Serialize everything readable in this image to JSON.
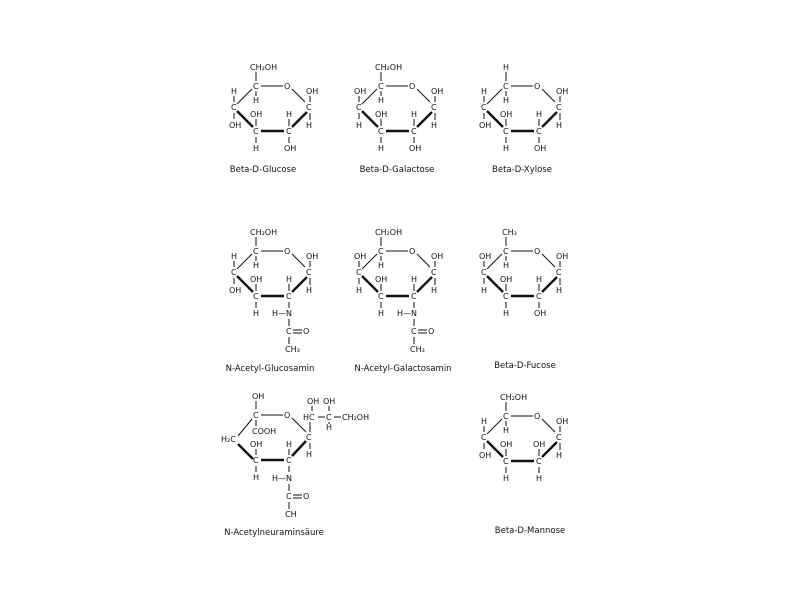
{
  "figure": {
    "molecules": [
      {
        "id": "glucose",
        "name": "Beta-D-Glucose",
        "top": "CH₂OH",
        "c4_up": "H",
        "c4_down": "OH",
        "c3_up": "OH",
        "c3_down": "H",
        "c2_up": "H",
        "c2_down": "OH",
        "c1_up": "OH",
        "c1_down": "H",
        "c5_down": "H",
        "ring_o": "O",
        "c": "C"
      },
      {
        "id": "galactose",
        "name": "Beta-D-Galactose",
        "top": "CH₂OH",
        "c4_up": "OH",
        "c4_down": "H",
        "c3_up": "OH",
        "c3_down": "H",
        "c2_up": "H",
        "c2_down": "OH",
        "c1_up": "OH",
        "c1_down": "H",
        "c5_down": "H",
        "ring_o": "O",
        "c": "C"
      },
      {
        "id": "xylose",
        "name": "Beta-D-Xylose",
        "top": "H",
        "c4_up": "H",
        "c4_down": "OH",
        "c3_up": "OH",
        "c3_down": "H",
        "c2_up": "H",
        "c2_down": "OH",
        "c1_up": "OH",
        "c1_down": "H",
        "c5_down": "H",
        "ring_o": "O",
        "c": "C"
      },
      {
        "id": "glcnac",
        "name": "N-Acetyl-Glucosamin",
        "top": "CH₂OH",
        "c4_up": "H",
        "c4_down": "OH",
        "c3_up": "OH",
        "c3_down": "H",
        "c2_up": "H",
        "c2_down": "",
        "c1_up": "OH",
        "c1_down": "H",
        "c5_down": "H",
        "ring_o": "O",
        "c": "C",
        "nh": "H—N",
        "carbonyl": "C",
        "oxygen": "O",
        "methyl": "CH₃"
      },
      {
        "id": "galnac",
        "name": "N-Acetyl-Galactosamin",
        "top": "CH₂OH",
        "c4_up": "OH",
        "c4_down": "H",
        "c3_up": "OH",
        "c3_down": "H",
        "c2_up": "H",
        "c2_down": "",
        "c1_up": "OH",
        "c1_down": "H",
        "c5_down": "H",
        "ring_o": "O",
        "c": "C",
        "nh": "H—N",
        "carbonyl": "C",
        "oxygen": "O",
        "methyl": "CH₃"
      },
      {
        "id": "fucose",
        "name": "Beta-D-Fucose",
        "top": "CH₃",
        "c4_up": "OH",
        "c4_down": "H",
        "c3_up": "OH",
        "c3_down": "H",
        "c2_up": "H",
        "c2_down": "OH",
        "c1_up": "OH",
        "c1_down": "H",
        "c5_down": "H",
        "ring_o": "O",
        "c": "C"
      },
      {
        "id": "neuac",
        "name": "N-Acetylneuraminsäure",
        "top": "OH",
        "c5_down": "COOH",
        "ring_o": "O",
        "c": "C",
        "h2c": "H₂C",
        "c3_up": "OH",
        "c3_down": "H",
        "c2_up": "H",
        "c1_down": "H",
        "side_hc": "HC",
        "side_c": "C",
        "side_oh1": "OH",
        "side_oh2": "OH",
        "side_h": "H",
        "side_ch2oh": "CH₂OH",
        "nh": "H—N",
        "carbonyl": "C",
        "oxygen": "O",
        "methyl": "CH"
      },
      {
        "id": "mannose",
        "name": "Beta-D-Mannose",
        "top": "CH₂OH",
        "c4_up": "H",
        "c4_down": "OH",
        "c3_up": "OH",
        "c3_down": "H",
        "c2_up": "OH",
        "c2_down": "H",
        "c1_up": "OH",
        "c1_down": "H",
        "c5_down": "H",
        "ring_o": "O",
        "c": "C"
      }
    ]
  }
}
